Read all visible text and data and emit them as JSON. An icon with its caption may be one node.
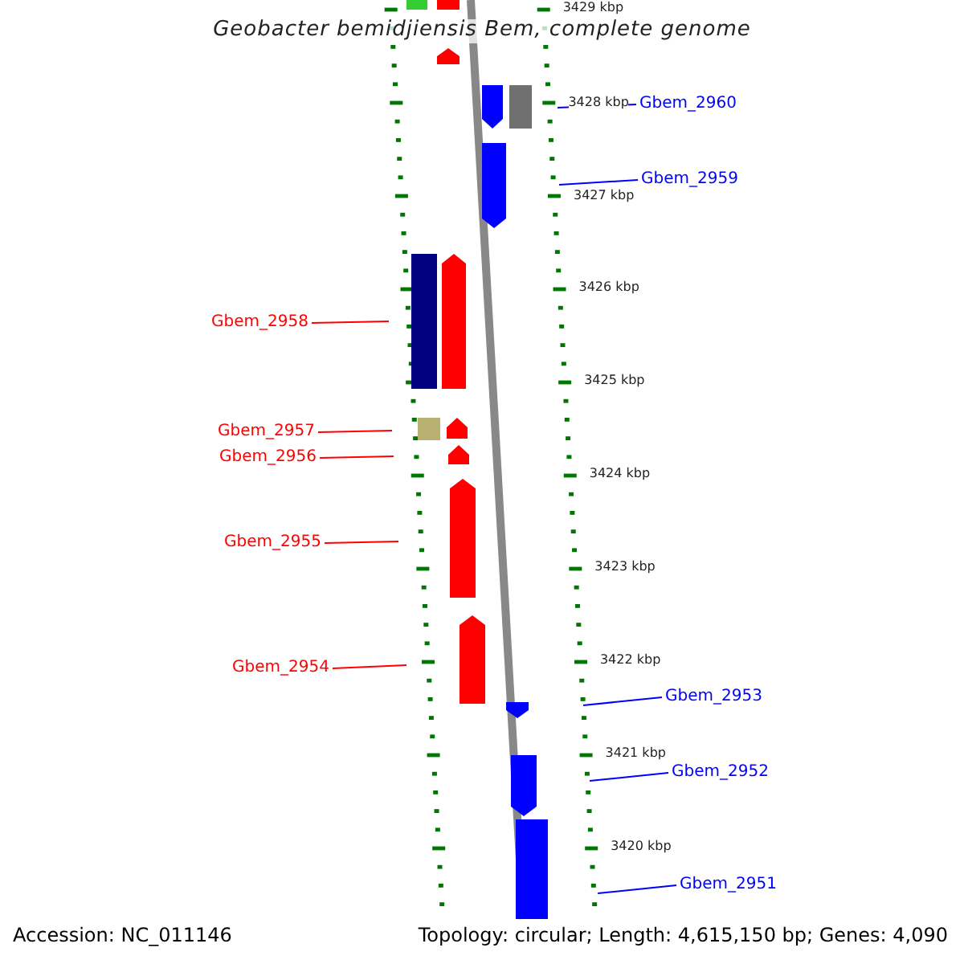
{
  "diagram": {
    "title": "Geobacter bemidjiensis Bem, complete genome",
    "nodes": [
      {
        "text": [
          "Gbem_2960"
        ]
      },
      {
        "text": [
          "Gbem_2959"
        ]
      },
      {
        "text": [
          "Gbem_2958"
        ]
      },
      {
        "text": [
          "Gbem_2957"
        ]
      },
      {
        "text": [
          "Gbem_2956"
        ]
      },
      {
        "text": [
          "Gbem_2955"
        ]
      },
      {
        "text": [
          "Gbem_2954"
        ]
      },
      {
        "text": [
          "Gbem_2953"
        ]
      },
      {
        "text": [
          "Gbem_2952"
        ]
      },
      {
        "text": [
          "Gbem_2951"
        ]
      },
      {
        "text": [],
        "shape": "picture"
      }
    ],
    "edges": [
      {
        "from": 0,
        "to": 10,
        "arrow": "none",
        "color": "#0000ff"
      },
      {
        "from": 1,
        "to": 10,
        "arrow": "none",
        "color": "#0000ff"
      },
      {
        "from": 2,
        "to": 10,
        "arrow": "none",
        "color": "#ff0000"
      },
      {
        "from": 3,
        "to": 10,
        "arrow": "none",
        "color": "#ff0000"
      },
      {
        "from": 4,
        "to": 10,
        "arrow": "none",
        "color": "#ff0000"
      },
      {
        "from": 5,
        "to": 10,
        "arrow": "none",
        "color": "#ff0000"
      },
      {
        "from": 6,
        "to": 10,
        "arrow": "none",
        "color": "#ff0000"
      },
      {
        "from": 7,
        "to": 10,
        "arrow": "none",
        "color": "#0000ff"
      },
      {
        "from": 8,
        "to": 10,
        "arrow": "none",
        "color": "#0000ff"
      },
      {
        "from": 9,
        "to": 10,
        "arrow": "none",
        "color": "#0000ff"
      }
    ],
    "labels": [
      "3429 kbp",
      "3428 kbp",
      "3427 kbp",
      "3426 kbp",
      "3425 kbp",
      "3424 kbp",
      "3423 kbp",
      "3422 kbp",
      "3421 kbp",
      "3420 kbp",
      "Accession: NC_011146",
      "Topology: circular; Length: 4,615,150 bp; Genes: 4,090"
    ]
  }
}
